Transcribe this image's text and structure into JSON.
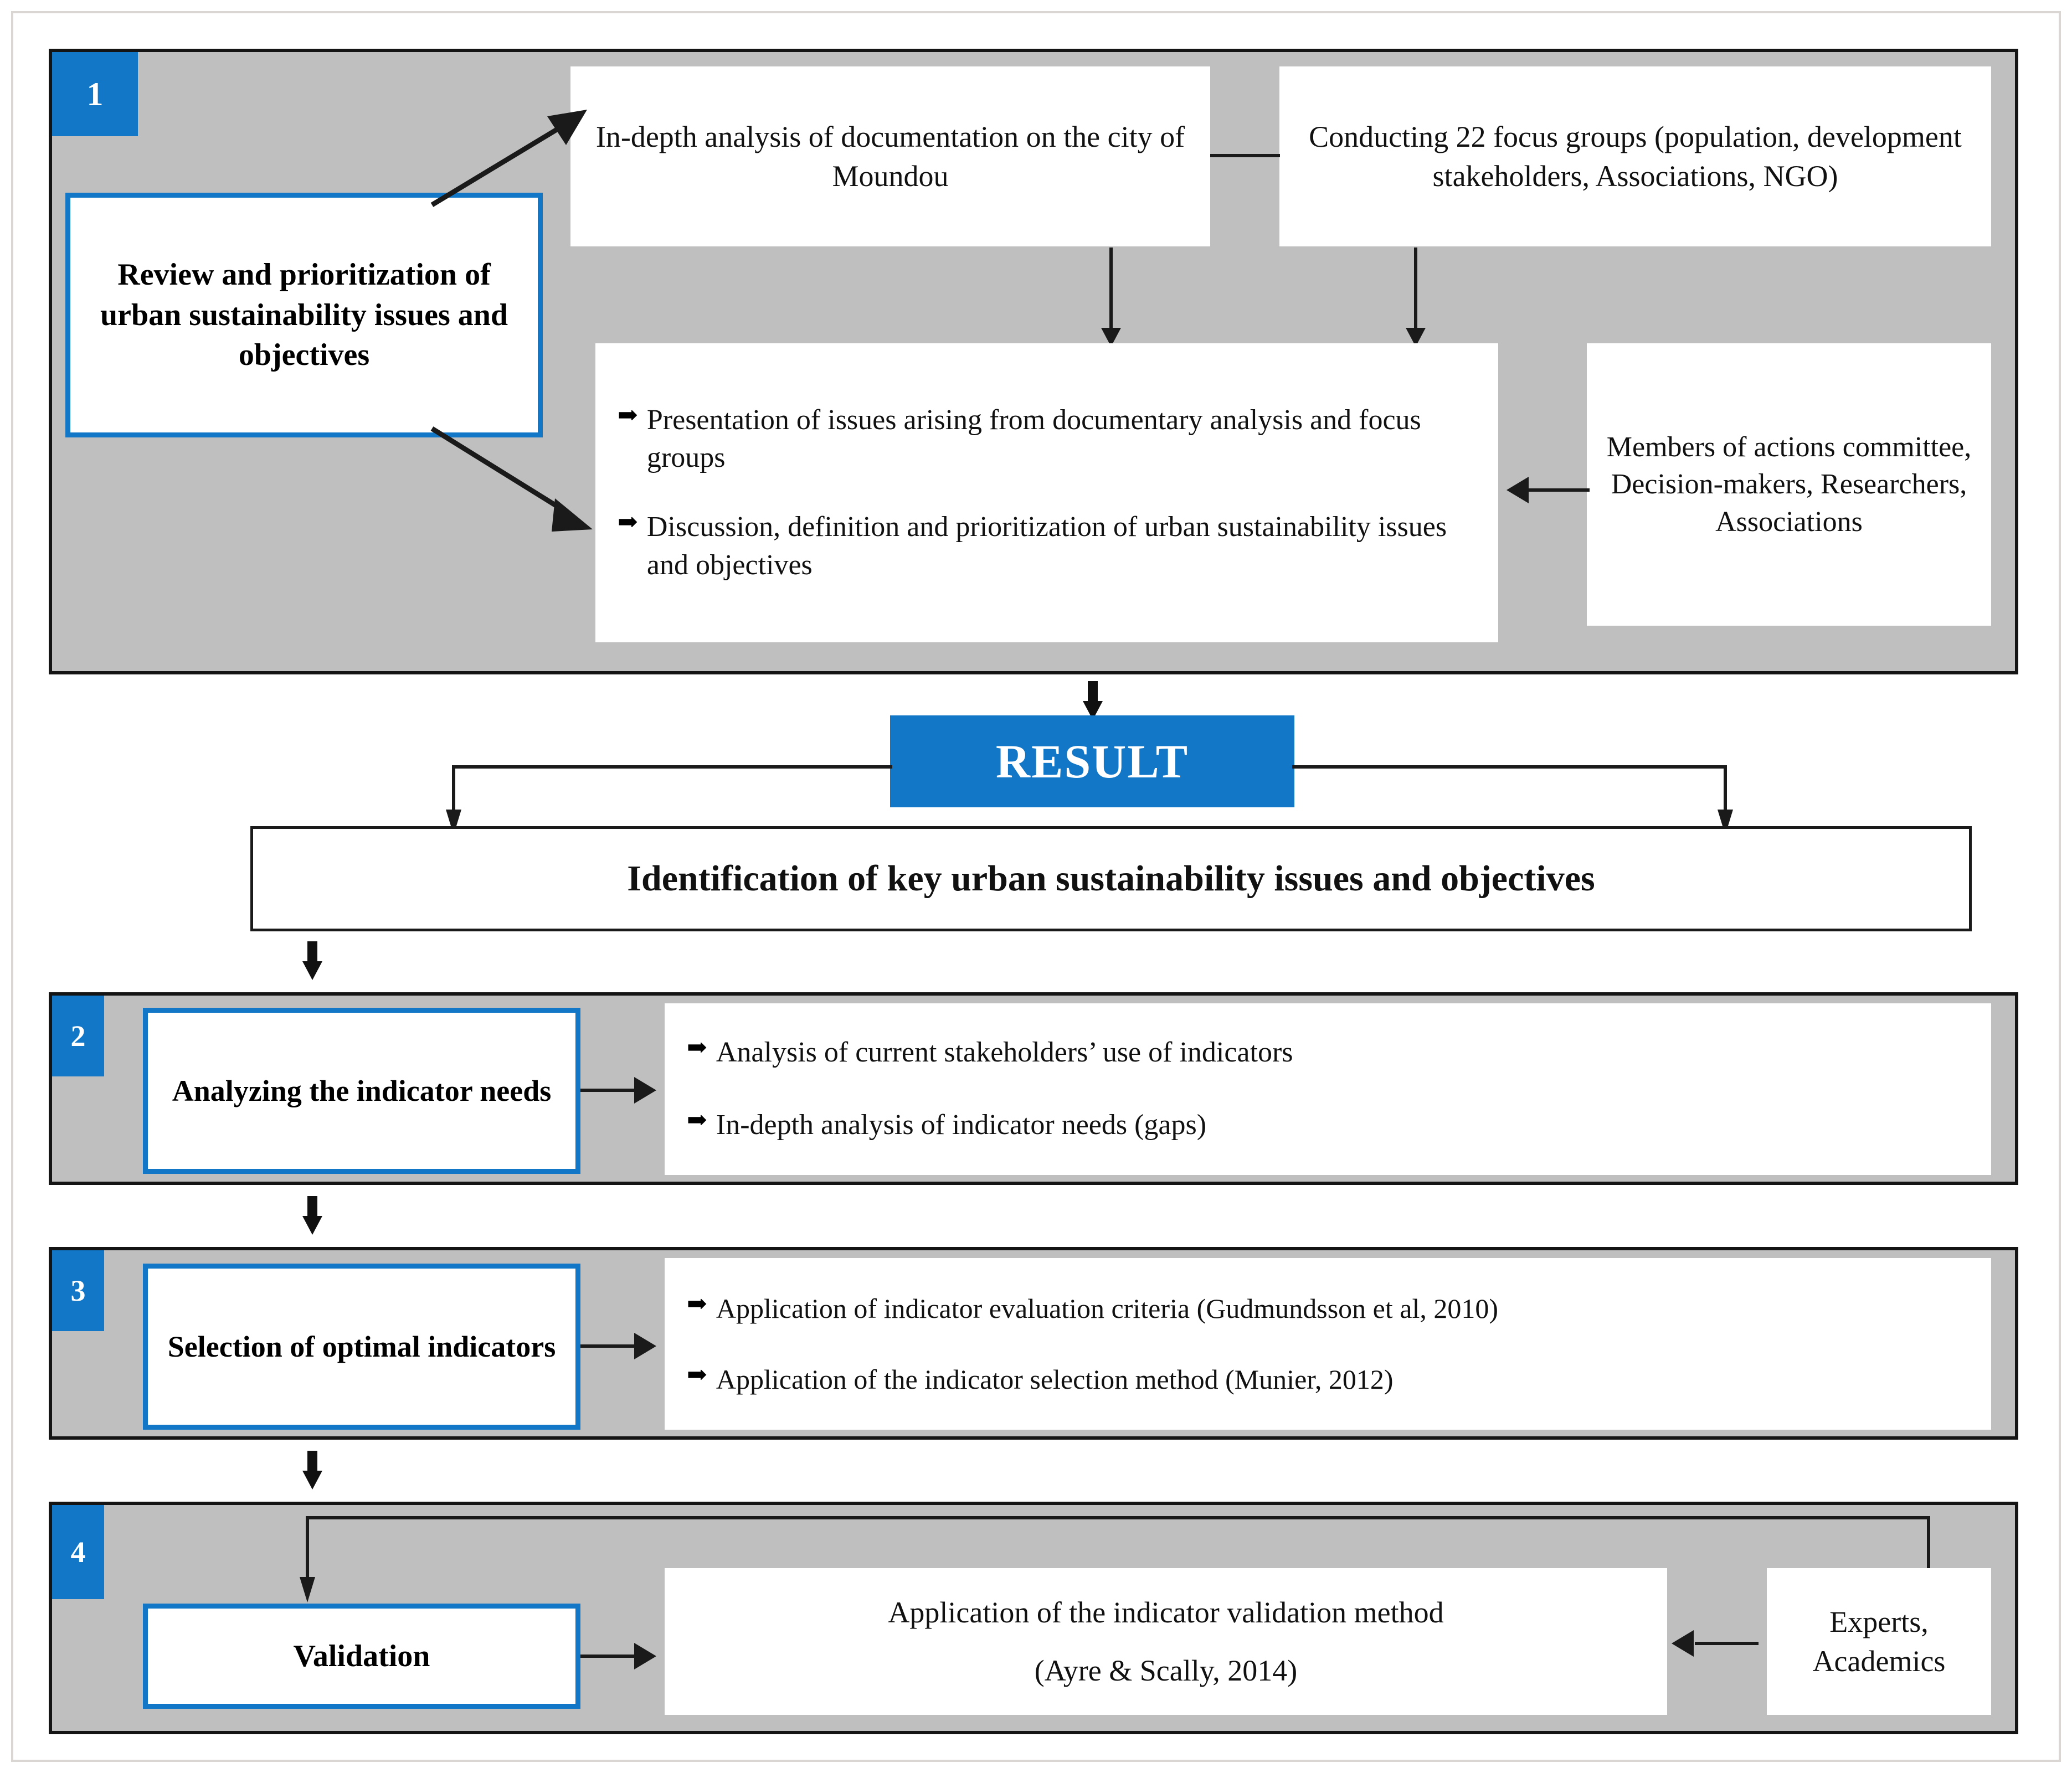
{
  "theme": {
    "accent_blue": "#1277c6",
    "band_gray": "#bfbfbf",
    "line_black": "#1a1a1a",
    "page_white": "#ffffff"
  },
  "stages": [
    {
      "number": "1",
      "main_box": "Review and prioritization of urban sustainability issues and objectives",
      "boxes": {
        "documentation": "In-depth analysis of documentation on the city of Moundou",
        "focus_groups": "Conducting 22 focus groups (population, development stakeholders, Associations, NGO)",
        "participants": "Members of actions committee, Decision-makers, Researchers, Associations"
      },
      "bullets": [
        "Presentation of issues arising from documentary analysis and focus groups",
        "Discussion, definition and prioritization of urban sustainability issues and objectives"
      ]
    },
    {
      "number": "2",
      "main_box": "Analyzing the indicator needs",
      "bullets": [
        "Analysis of current stakeholders’ use of indicators",
        "In-depth analysis of indicator needs (gaps)"
      ]
    },
    {
      "number": "3",
      "main_box": "Selection of optimal indicators",
      "bullets": [
        "Application of indicator evaluation criteria (Gudmundsson et al, 2010)",
        "Application of the indicator selection method (Munier, 2012)"
      ]
    },
    {
      "number": "4",
      "main_box": "Validation",
      "method_line1": "Application of the indicator validation method",
      "method_line2": "(Ayre & Scally, 2014)",
      "contributors": "Experts, Academics"
    }
  ],
  "result": {
    "banner": "RESULT",
    "identification": "Identification of key urban sustainability issues and objectives"
  },
  "icons": {
    "bullet_arrow": "➡"
  }
}
